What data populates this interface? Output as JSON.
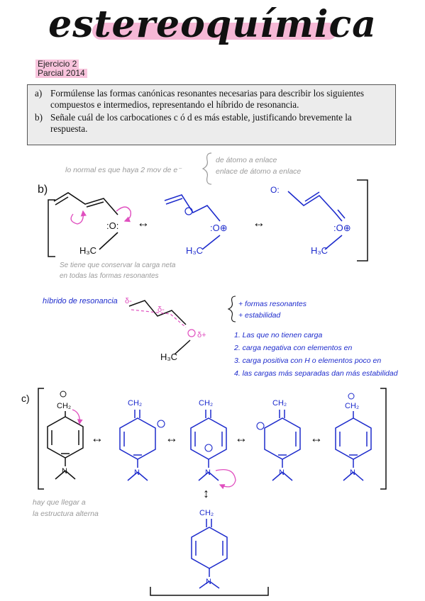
{
  "title": "estereoquímica",
  "tags": {
    "line1": "Ejercicio 2",
    "line2": "Parcial 2014"
  },
  "question": {
    "a_label": "a)",
    "a_text": "Formúlense las formas canónicas resonantes necesarias para describir los siguientes compuestos e intermedios, representando el híbrido de resonancia.",
    "b_label": "b)",
    "b_text": "Señale cuál de los carbocationes c ó d es más estable, justificando brevemente la respuesta."
  },
  "notes": {
    "normal": "lo normal es que haya 2 mov de e⁻",
    "brace1": "de átomo a enlace",
    "brace2": "enlace de átomo a enlace",
    "carga1": "Se tiene que conservar la carga neta",
    "carga2": "en todas las formas resonantes",
    "llegar1": "hay que llegar a",
    "llegar2": "la estructura alterna"
  },
  "section_b": {
    "label": "b)",
    "o_label": ":O:",
    "o_plus": ":O⊕",
    "h3c": "H₃C",
    "o_minus_top": "O:"
  },
  "hybrid": {
    "label": "híbrido de resonancia",
    "delta_minus": "δ-",
    "delta_plus": "δ+",
    "crit1": "+ formas resonantes",
    "crit2": "+ estabilidad",
    "rules": [
      "1. Las que no tienen carga",
      "2. carga negativa con elementos en",
      "3. carga positiva con H o elementos poco en",
      "4. las cargas más separadas dan más estabilidad"
    ]
  },
  "section_c": {
    "label": "c)",
    "ch2": "CH₂",
    "n_label": "N"
  },
  "colors": {
    "ink": "#111111",
    "blue": "#1d2bcc",
    "pink": "#e04fbf",
    "gray": "#9a9a9a",
    "highlight": "#f6b8d6"
  }
}
